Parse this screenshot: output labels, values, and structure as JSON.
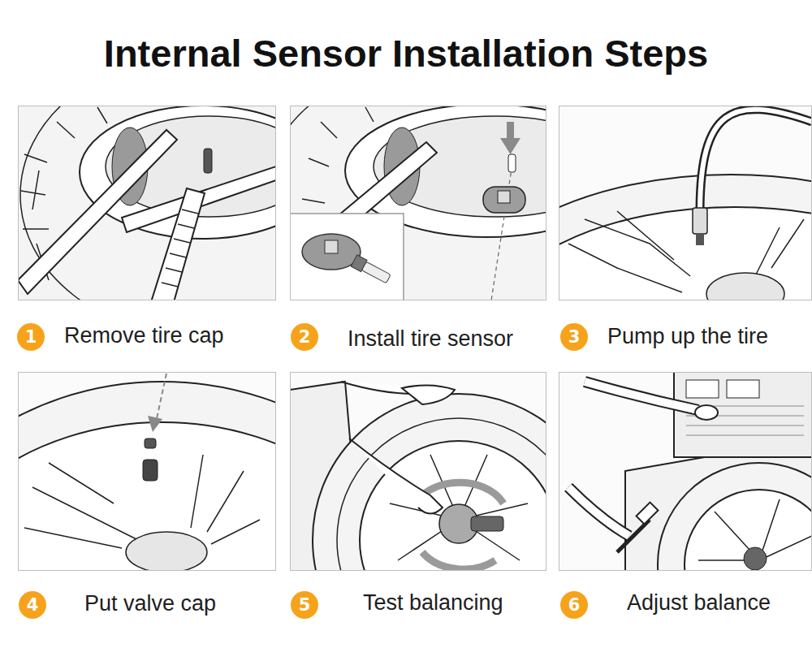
{
  "diagram": {
    "title": "Internal Sensor Installation Steps",
    "nodes": [
      {
        "text": [
          "1"
        ]
      },
      {
        "text": [
          "2"
        ]
      },
      {
        "text": [
          "3"
        ]
      },
      {
        "text": [
          "4"
        ]
      },
      {
        "text": [
          "5"
        ]
      },
      {
        "text": [
          "6"
        ]
      }
    ],
    "labels": [
      "Remove tire cap",
      "Install tire sensor",
      "Pump up the tire",
      "Put valve cap",
      "Test balancing",
      "Adjust balance"
    ]
  }
}
